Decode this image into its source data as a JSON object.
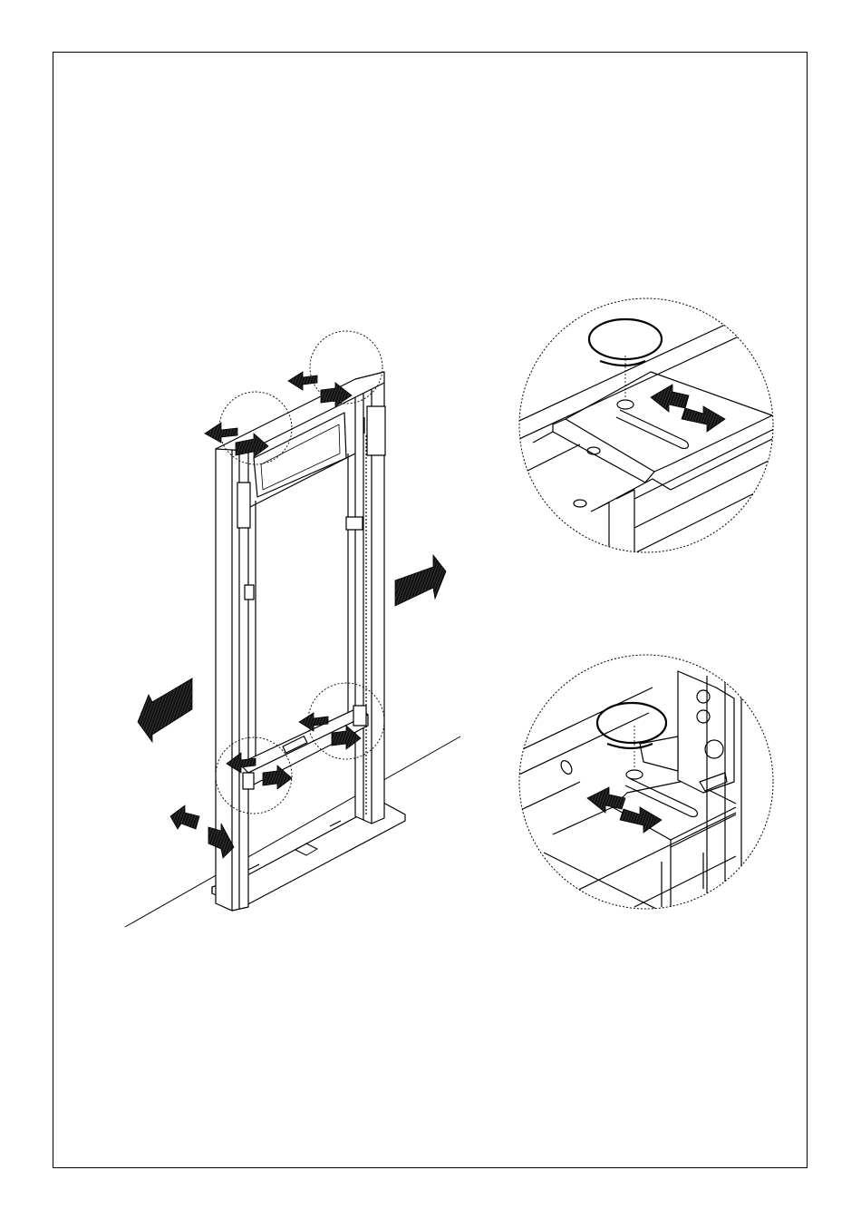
{
  "colors": {
    "line": "#000000",
    "arrow_fill": "#1a1a1a",
    "arrow_hatch": "#555555",
    "paper": "#ffffff"
  },
  "figures": {
    "main": "rack-frame-assembly",
    "detail_top": "top-rail-slot-detail",
    "detail_bottom": "bottom-rail-slot-detail"
  }
}
